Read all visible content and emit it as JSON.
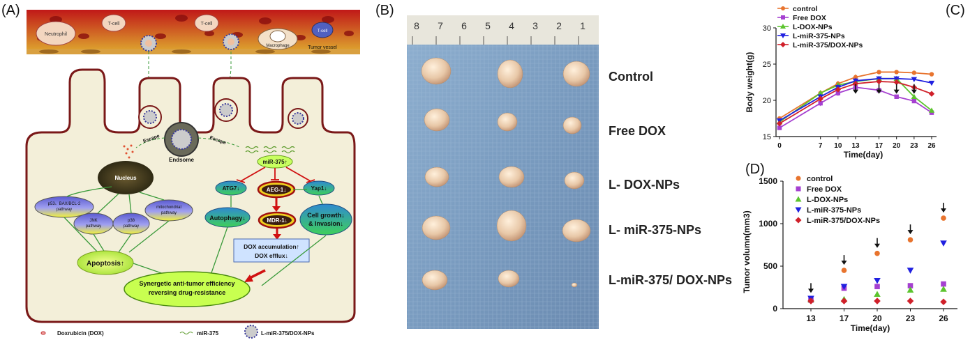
{
  "panels": {
    "a": "(A)",
    "b": "(B)",
    "c": "(C)",
    "d": "(D)"
  },
  "diagram": {
    "vessel_cells": [
      "Neutrophil",
      "T-cell",
      "T-cell",
      "T-cell",
      "Macrophage"
    ],
    "tumor_vessel": "Tumor vessel",
    "endosome": "Endsome",
    "escape": "Escape",
    "nucleus": "Nucleus",
    "mir375": "miR-375↑",
    "atg7": "ATG7↓",
    "aeg1": "AEG-1↓",
    "yap1": "Yap1↓",
    "autophagy": "Autophagy↓",
    "mdr1": "MDR-1↓",
    "cell_growth": [
      "Cell growth↓",
      "& Invasion↓"
    ],
    "dox_box": [
      "DOX accumulation↑",
      "DOX efflux↓"
    ],
    "pathways": {
      "p53": [
        "p53、BAX/BCL-2",
        "pathway"
      ],
      "jnk": [
        "JNK",
        "pathway"
      ],
      "p38": [
        "p38",
        "pathway"
      ],
      "mito": [
        "mitochondrial",
        "pathway"
      ]
    },
    "apoptosis": "Apoptosis↑",
    "synergetic": [
      "Synergetic anti-tumor efficiency",
      "reversing drug-resistance"
    ],
    "legend": [
      "Doxrubicin (DOX)",
      "miR-375",
      "L-miR-375/DOX-NPs"
    ]
  },
  "photo": {
    "ruler_digits": [
      "8",
      "7",
      "6",
      "5",
      "4",
      "3",
      "2",
      "1"
    ],
    "group_labels": [
      "Control",
      "Free  DOX",
      "L- DOX-NPs",
      "L- miR-375-NPs",
      "L-miR-375/ DOX-NPs"
    ]
  },
  "colors": {
    "control": "#e8742e",
    "free_dox": "#a540d0",
    "l_dox": "#5cc42e",
    "l_mir": "#2020e0",
    "l_mir_dox": "#d0202a"
  },
  "chart_data": [
    {
      "type": "line",
      "x": [
        0,
        7,
        10,
        13,
        17,
        20,
        23,
        26
      ],
      "xlabel": "Time(day)",
      "ylabel": "Body weight(g)",
      "ylim": [
        15,
        30
      ],
      "yticks": [
        15,
        20,
        25,
        30
      ],
      "arrows_at": [
        13,
        17,
        20,
        23
      ],
      "legend_position": "top-left",
      "series": [
        {
          "name": "control",
          "values": [
            17.5,
            21.0,
            22.3,
            23.2,
            23.9,
            23.9,
            23.8,
            23.6
          ]
        },
        {
          "name": "Free DOX",
          "values": [
            16.2,
            19.6,
            21.0,
            21.8,
            21.4,
            20.5,
            19.9,
            18.3
          ]
        },
        {
          "name": "L-DOX-NPs",
          "values": [
            17.0,
            21.0,
            22.1,
            22.6,
            23.0,
            23.0,
            20.5,
            18.6
          ]
        },
        {
          "name": "L-miR-375-NPs",
          "values": [
            17.2,
            20.5,
            21.8,
            22.7,
            23.0,
            23.0,
            22.9,
            22.4
          ]
        },
        {
          "name": "L-miR-375/DOX-NPs",
          "values": [
            16.8,
            20.2,
            21.5,
            22.3,
            22.6,
            22.5,
            21.8,
            20.9
          ]
        }
      ]
    },
    {
      "type": "scatter",
      "x": [
        13,
        17,
        20,
        23,
        26
      ],
      "xlabel": "Time(day)",
      "ylabel": "Tumor volumn(mm3)",
      "ylim": [
        0,
        1500
      ],
      "yticks": [
        0,
        500,
        1000,
        1500
      ],
      "arrows_at": [
        13,
        17,
        20,
        23,
        26
      ],
      "legend_position": "top-left",
      "series": [
        {
          "name": "control",
          "values": [
            110,
            450,
            650,
            810,
            1065
          ]
        },
        {
          "name": "Free DOX",
          "values": [
            100,
            240,
            260,
            270,
            290
          ]
        },
        {
          "name": "L-DOX-NPs",
          "values": [
            105,
            110,
            170,
            220,
            230
          ]
        },
        {
          "name": "L-miR-375-NPs",
          "values": [
            120,
            260,
            330,
            450,
            770
          ]
        },
        {
          "name": "L-miR-375/DOX-NPs",
          "values": [
            90,
            90,
            90,
            90,
            80
          ]
        }
      ]
    }
  ]
}
